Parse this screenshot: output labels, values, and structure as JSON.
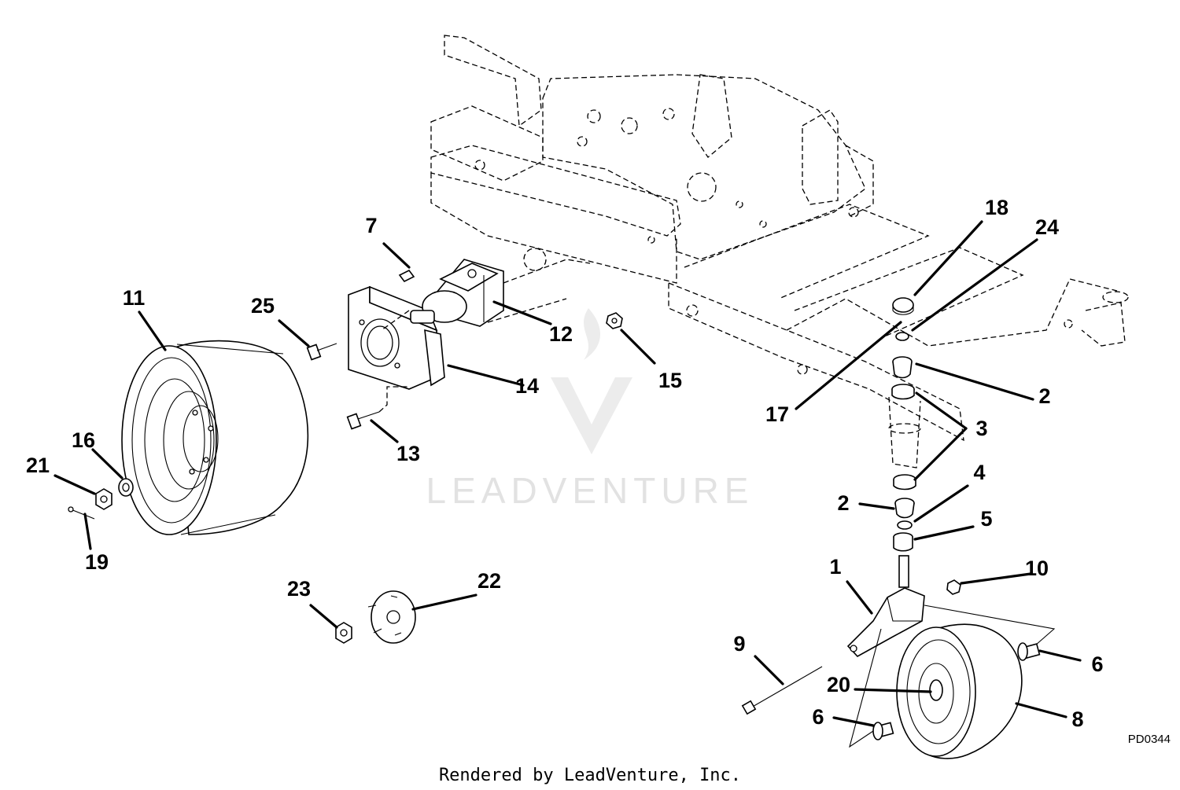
{
  "diagram": {
    "drawing_code": "PD0344",
    "footer": "Rendered by LeadVenture, Inc.",
    "watermark": "LEADVENTURE",
    "callouts": [
      {
        "id": "1",
        "label": "1"
      },
      {
        "id": "2a",
        "label": "2"
      },
      {
        "id": "2b",
        "label": "2"
      },
      {
        "id": "3",
        "label": "3"
      },
      {
        "id": "4",
        "label": "4"
      },
      {
        "id": "5",
        "label": "5"
      },
      {
        "id": "6a",
        "label": "6"
      },
      {
        "id": "6b",
        "label": "6"
      },
      {
        "id": "7",
        "label": "7"
      },
      {
        "id": "8",
        "label": "8"
      },
      {
        "id": "9",
        "label": "9"
      },
      {
        "id": "10",
        "label": "10"
      },
      {
        "id": "11",
        "label": "11"
      },
      {
        "id": "12",
        "label": "12"
      },
      {
        "id": "13",
        "label": "13"
      },
      {
        "id": "14",
        "label": "14"
      },
      {
        "id": "15",
        "label": "15"
      },
      {
        "id": "16",
        "label": "16"
      },
      {
        "id": "17",
        "label": "17"
      },
      {
        "id": "18",
        "label": "18"
      },
      {
        "id": "19",
        "label": "19"
      },
      {
        "id": "20",
        "label": "20"
      },
      {
        "id": "21",
        "label": "21"
      },
      {
        "id": "22",
        "label": "22"
      },
      {
        "id": "23",
        "label": "23"
      },
      {
        "id": "24",
        "label": "24"
      },
      {
        "id": "25",
        "label": "25"
      }
    ]
  }
}
